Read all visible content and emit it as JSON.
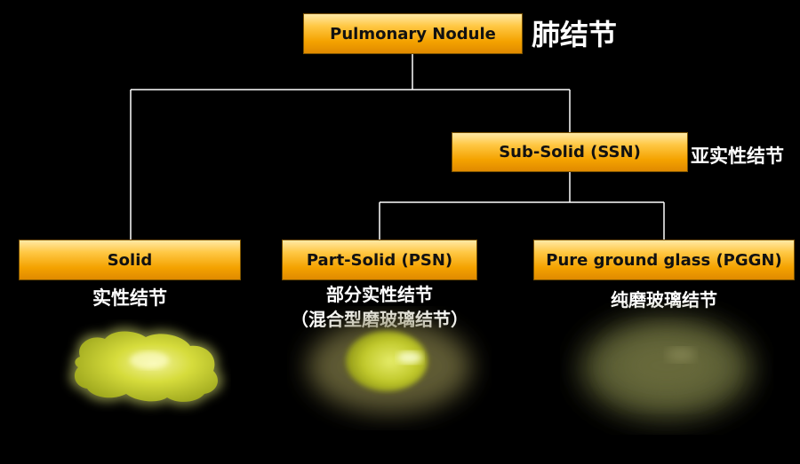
{
  "root": {
    "label": "Pulmonary Nodule",
    "zh": "肺结节"
  },
  "subsolid": {
    "label": "Sub-Solid (SSN)",
    "zh": "亚实性结节"
  },
  "solid": {
    "label": "Solid",
    "zh": "实性结节"
  },
  "partsolid": {
    "label": "Part-Solid (PSN)",
    "zh_line1": "部分实性结节",
    "zh_line2": "（混合型磨玻璃结节）"
  },
  "pggn": {
    "label": "Pure ground glass (PGGN)",
    "zh": "纯磨玻璃结节"
  },
  "colors": {
    "background": "#000000",
    "box_fill": "#f4a200",
    "line": "#ffffff",
    "nodule": "#d8e04a"
  }
}
